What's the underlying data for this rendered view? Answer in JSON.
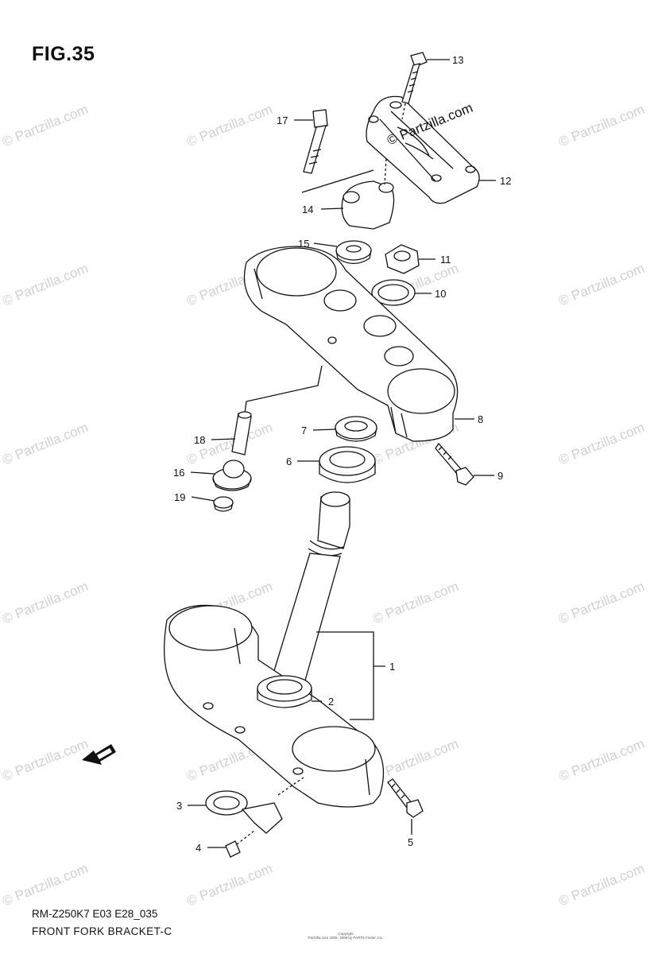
{
  "figure": {
    "title": "FIG.35",
    "code": "RM-Z250K7 E03 E28_035",
    "caption": "FRONT FORK BRACKET-C",
    "copyright_line1": "Copyright",
    "copyright_line2": "Partzilla.com 2008. 2009 by PARTS Finder, Inc."
  },
  "watermark": {
    "text": "© Partzilla.com"
  },
  "callouts": {
    "c1": "1",
    "c2": "2",
    "c3": "3",
    "c4": "4",
    "c5": "5",
    "c6": "6",
    "c7": "7",
    "c8": "8",
    "c9": "9",
    "c10": "10",
    "c11": "11",
    "c12": "12",
    "c13": "13",
    "c14": "14",
    "c15": "15",
    "c16": "16",
    "c17": "17",
    "c18": "18",
    "c19": "19"
  },
  "icons": {
    "direction_arrow": "fwd-arrow-icon"
  }
}
